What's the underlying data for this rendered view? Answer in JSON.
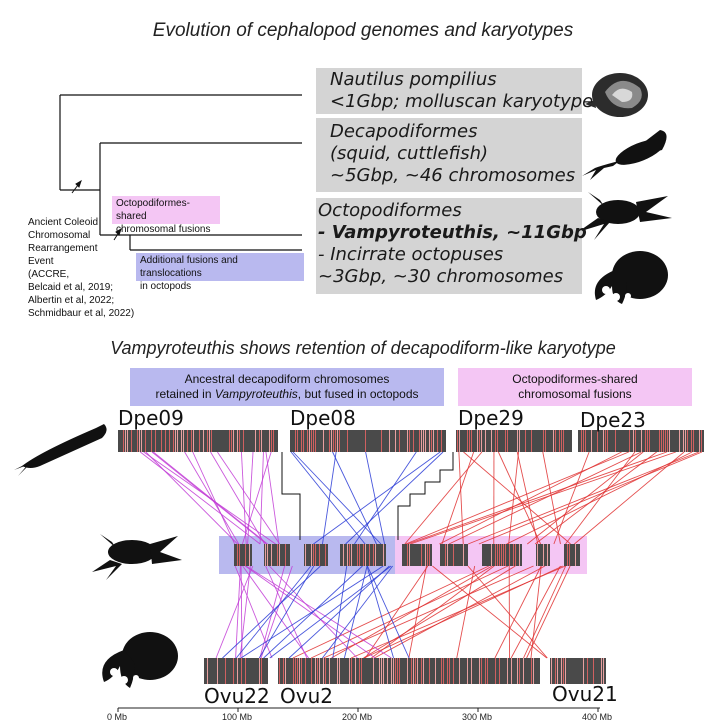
{
  "titles": {
    "main": "Evolution of cephalopod genomes and karyotypes",
    "sub": "Vampyroteuthis shows retention of decapodiform-like karyotype"
  },
  "taxa": {
    "nautilus": {
      "line1": "Nautilus pompilius",
      "line2": " <1Gbp; molluscan karyotype"
    },
    "decapodiformes": {
      "line1": "Decapodiformes",
      "line2": "(squid, cuttlefish)",
      "line3": " ~5Gbp, ~46 chromosomes"
    },
    "octopodiformes": {
      "line1": "Octopodiformes",
      "line2": " - Vampyroteuthis, ~11Gbp",
      "line3": " - Incirrate octopuses",
      "line4": "  ~3Gbp, ~30 chromosomes"
    }
  },
  "tree_annotations": {
    "accre": [
      "Ancient Coleoid",
      "Chromosomal",
      "Rearrangement",
      "Event",
      "(ACCRE,",
      "Belcaid et al, 2019;",
      "Albertin et al, 2022;",
      "Schmidbaur et al, 2022)"
    ],
    "shared_fusions": [
      "Octopodiformes-shared",
      "chromosomal fusions"
    ],
    "additional_fusions": [
      "Additional fusions and translocations",
      "in octopods"
    ]
  },
  "legend_boxes": {
    "ancestral": {
      "line1": "Ancestral decapodiform chromosomes",
      "line2_pre": "retained in ",
      "line2_italic": "Vampyroteuthis",
      "line2_post": ", but fused in octopods"
    },
    "shared": {
      "line1": "Octopodiformes-shared",
      "line2": "chromosomal fusions"
    }
  },
  "chromosomes": {
    "top": [
      "Dpe09",
      "Dpe08",
      "Dpe29",
      "Dpe23"
    ],
    "bottom": [
      "Ovu22",
      "Ovu2",
      "Ovu21"
    ]
  },
  "axis": {
    "ticks": [
      "0 Mb",
      "100 Mb",
      "200 Mb",
      "300 Mb",
      "400 Mb"
    ]
  },
  "colors": {
    "gray_box": "#d4d4d4",
    "pink": "#f4c6f4",
    "blue": "#b9b9ef",
    "link_red": "#e03030",
    "link_blue": "#2a3bd6",
    "link_magenta": "#c23cd6",
    "chrom_dark": "#4a4a4a",
    "chrom_stripe": "#d06060"
  },
  "icons": [
    "nautilus-icon",
    "squid-icon",
    "vampire-squid-icon",
    "octopus-icon"
  ]
}
